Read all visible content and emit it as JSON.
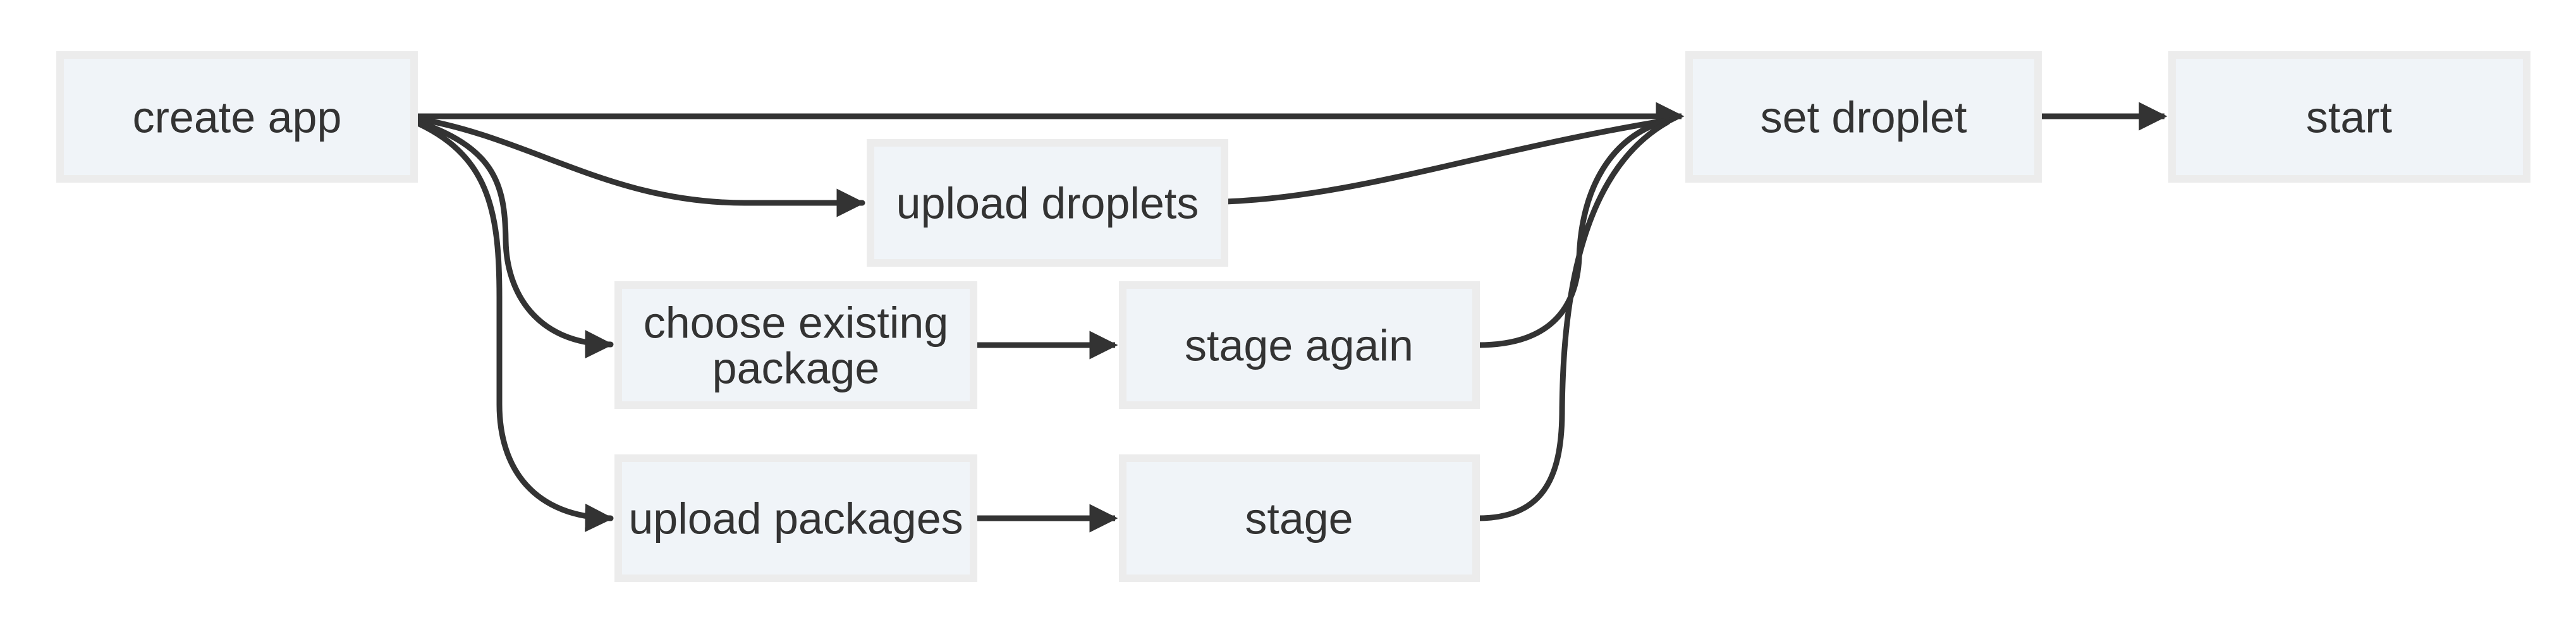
{
  "diagram": {
    "type": "flowchart",
    "direction": "left-to-right",
    "nodes": [
      {
        "id": "create-app",
        "label": "create app"
      },
      {
        "id": "upload-droplets",
        "label": "upload droplets"
      },
      {
        "id": "choose-existing-package",
        "label": "choose existing package",
        "lines": [
          "choose existing",
          "package"
        ]
      },
      {
        "id": "stage-again",
        "label": "stage again"
      },
      {
        "id": "upload-packages",
        "label": "upload packages"
      },
      {
        "id": "stage",
        "label": "stage"
      },
      {
        "id": "set-droplet",
        "label": "set droplet"
      },
      {
        "id": "start",
        "label": "start"
      }
    ],
    "edges": [
      {
        "from": "create app",
        "to": "set droplet"
      },
      {
        "from": "create app",
        "to": "upload droplets"
      },
      {
        "from": "create app",
        "to": "choose existing package"
      },
      {
        "from": "create app",
        "to": "upload packages"
      },
      {
        "from": "upload droplets",
        "to": "set droplet"
      },
      {
        "from": "choose existing package",
        "to": "stage again"
      },
      {
        "from": "stage again",
        "to": "set droplet"
      },
      {
        "from": "upload packages",
        "to": "stage"
      },
      {
        "from": "stage",
        "to": "set droplet"
      },
      {
        "from": "set droplet",
        "to": "start"
      }
    ],
    "colors": {
      "background": "#ffffff",
      "node_fill": "#f0f4f8",
      "node_border": "#ececec",
      "edge": "#333333",
      "text": "#333333"
    }
  }
}
